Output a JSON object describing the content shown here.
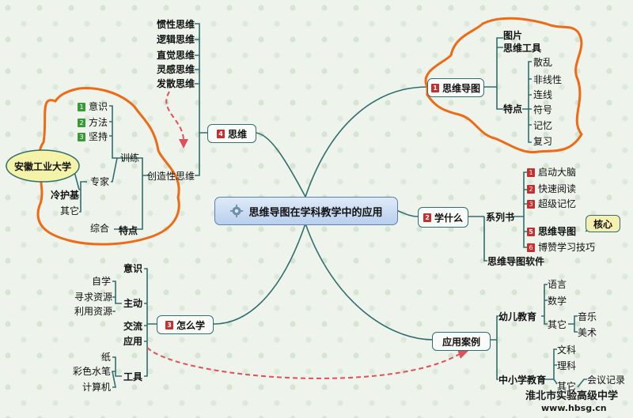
{
  "center": {
    "title": "思维导图在学科教学中的应用"
  },
  "colors": {
    "branch": "#2f6f70",
    "orange": "#ee6a14",
    "dashed": "#e0505a",
    "badge_green": "#3a9a3a",
    "badge_red": "#c23030",
    "core_box": "#f6f0b0"
  },
  "icons": {
    "center": "gear-icon"
  },
  "right_top": {
    "branch": {
      "num": "1",
      "label": "思维导图"
    },
    "items": [
      "图片",
      "思维工具"
    ],
    "features_label": "特点",
    "features": [
      "散乱",
      "非线性",
      "连线",
      "符号",
      "记忆",
      "复习"
    ]
  },
  "right_mid": {
    "branch": {
      "num": "2",
      "label": "学什么"
    },
    "series_label": "系列书",
    "books": [
      {
        "num": "1",
        "label": "启动大脑"
      },
      {
        "num": "2",
        "label": "快速阅读"
      },
      {
        "num": "3",
        "label": "超级记忆"
      },
      {
        "num": "5",
        "label": "思维导图"
      },
      {
        "num": "6",
        "label": "博赞学习技巧"
      }
    ],
    "core_label": "核心",
    "software": "思维导图软件"
  },
  "right_bottom": {
    "branch": {
      "label": "应用案例"
    },
    "preschool": "幼儿教育",
    "preschool_items": [
      "语言",
      "数学",
      "其它"
    ],
    "other_items": [
      "音乐",
      "美术"
    ],
    "school": "中小学教育",
    "school_items": [
      "文科",
      "理科",
      "其它"
    ],
    "meeting": "会议记录"
  },
  "left_top": {
    "branch": {
      "num": "4",
      "label": "思维"
    },
    "kinds": [
      "惯性思维",
      "逻辑思维",
      "直觉思维",
      "灵感思维",
      "发散思维"
    ],
    "creative": "创造性思维",
    "training": "训练",
    "training_items": [
      {
        "num": "1",
        "label": "意识"
      },
      {
        "num": "2",
        "label": "方法"
      },
      {
        "num": "3",
        "label": "坚持"
      }
    ],
    "expert": "专家",
    "univ": "安徽工业大学",
    "person": "冷护基",
    "other": "其它",
    "synthesis": "综合",
    "traits": "特点"
  },
  "left_bottom": {
    "branch": {
      "num": "3",
      "label": "怎么学"
    },
    "items": [
      "意识",
      "主动",
      "交流",
      "应用",
      "工具"
    ],
    "active_items": [
      "自学",
      "寻求资源",
      "利用资源"
    ],
    "tools": [
      "纸",
      "彩色水笔",
      "计算机"
    ]
  },
  "watermark": {
    "school": "淮北市实验高级中学",
    "site": "www.hbsg.cn"
  }
}
